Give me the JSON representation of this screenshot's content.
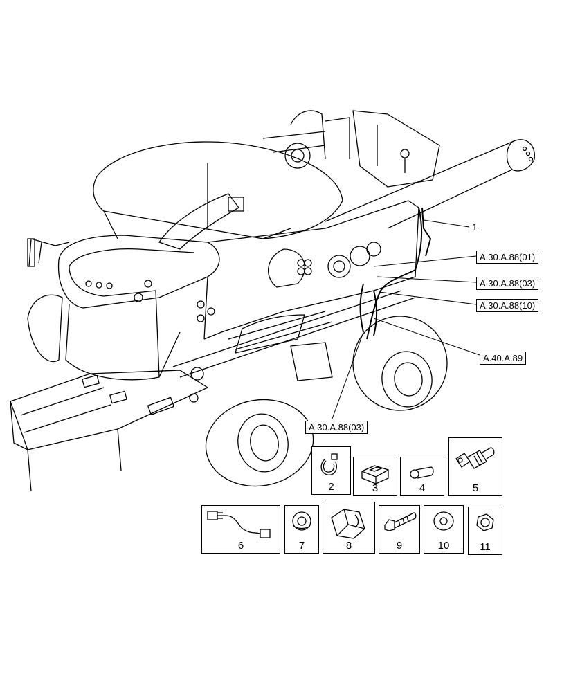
{
  "callouts": {
    "item1": "1"
  },
  "references": [
    "A.30.A.88(01)",
    "A.30.A.88(03)",
    "A.30.A.88(10)",
    "A.40.A.89",
    "A.30.A.88(03)"
  ],
  "parts": [
    {
      "number": "2",
      "icon": "cable-tie-icon"
    },
    {
      "number": "3",
      "icon": "clip-block-icon"
    },
    {
      "number": "4",
      "icon": "pin-icon"
    },
    {
      "number": "5",
      "icon": "sensor-connector-icon"
    },
    {
      "number": "6",
      "icon": "sensor-harness-icon"
    },
    {
      "number": "7",
      "icon": "grommet-icon"
    },
    {
      "number": "8",
      "icon": "rubber-mount-icon"
    },
    {
      "number": "9",
      "icon": "bolt-icon"
    },
    {
      "number": "10",
      "icon": "washer-icon"
    },
    {
      "number": "11",
      "icon": "nut-icon"
    }
  ]
}
